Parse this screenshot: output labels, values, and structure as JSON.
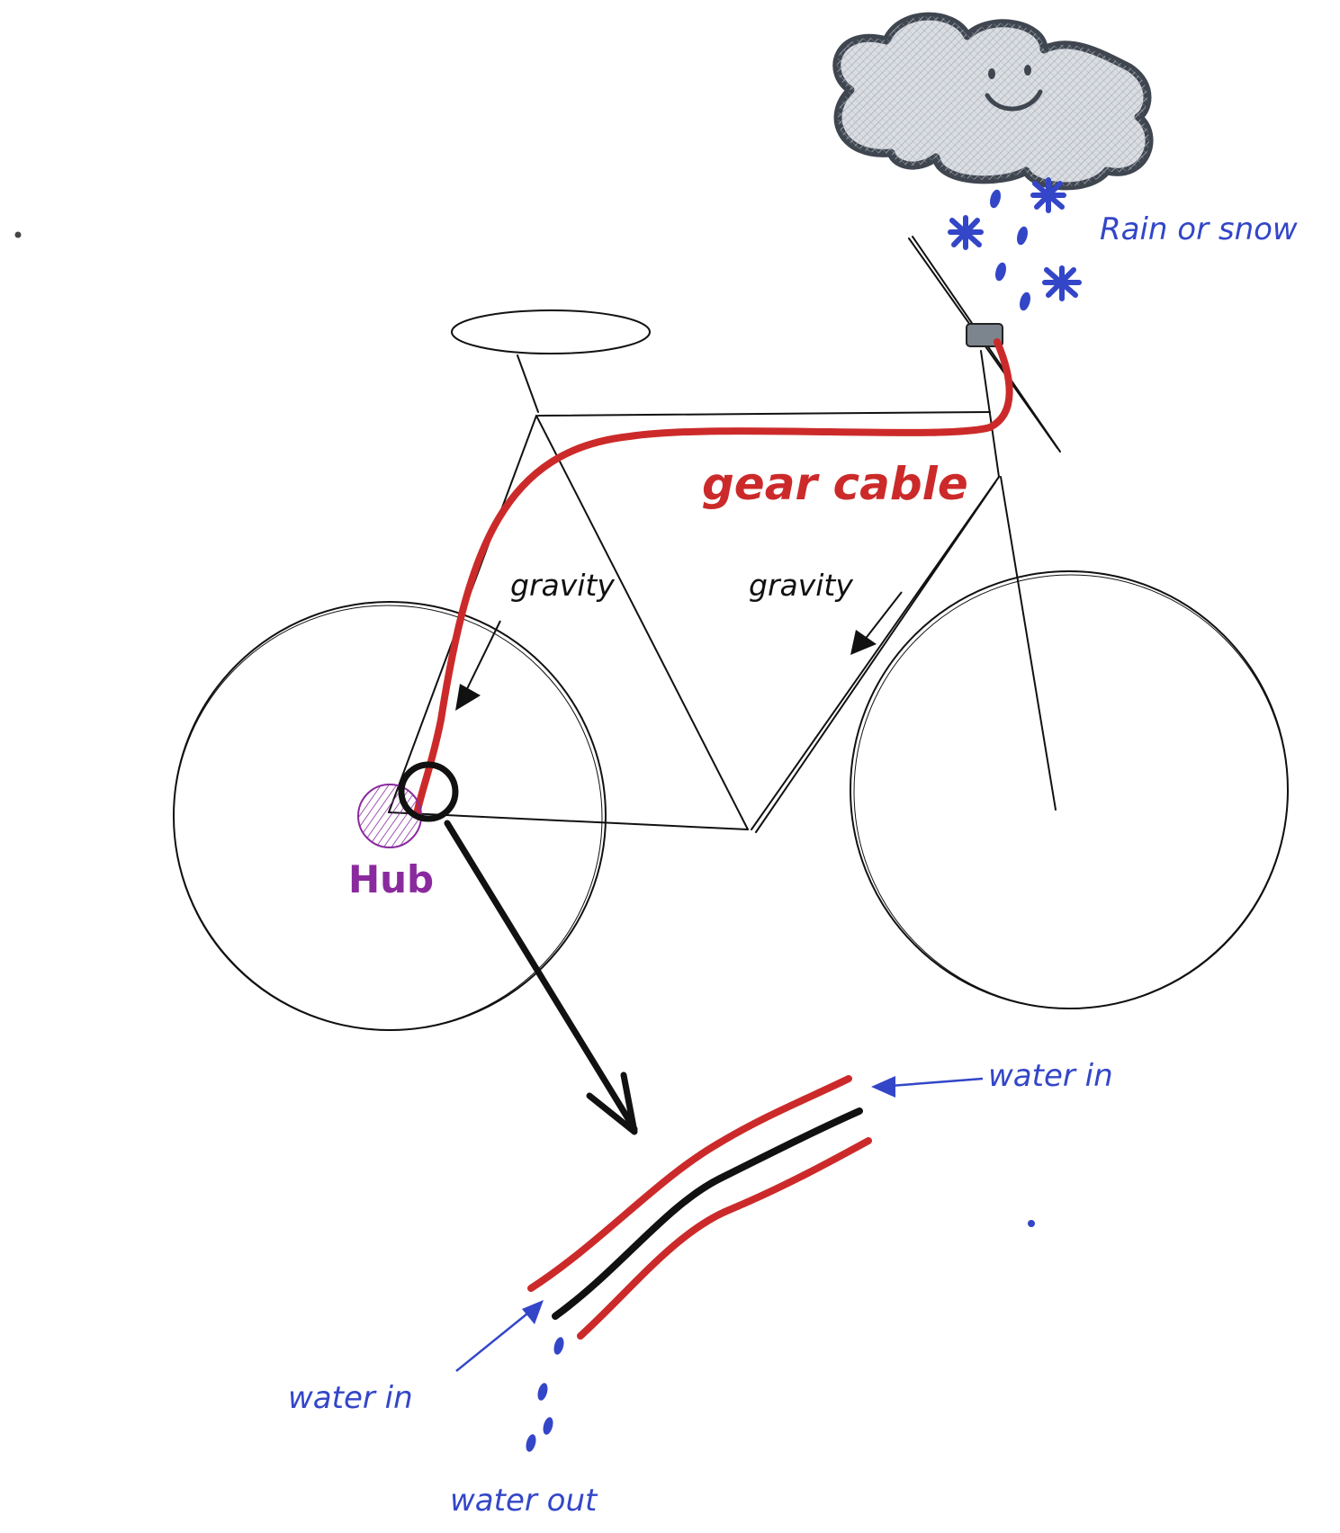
{
  "labels": {
    "rain_or_snow": "Rain or snow",
    "gear_cable": "gear cable",
    "gravity_left": "gravity",
    "gravity_right": "gravity",
    "hub": "Hub",
    "water_in_top": "water in",
    "water_in_bottom": "water in",
    "water_out": "water out"
  },
  "colors": {
    "cable": "#cc2a2a",
    "water": "#3346c8",
    "hub": "#8a2a9e",
    "cloud_fill": "#d9dde2",
    "cloud_outline": "#3f4650",
    "housing": "#7c848d"
  }
}
